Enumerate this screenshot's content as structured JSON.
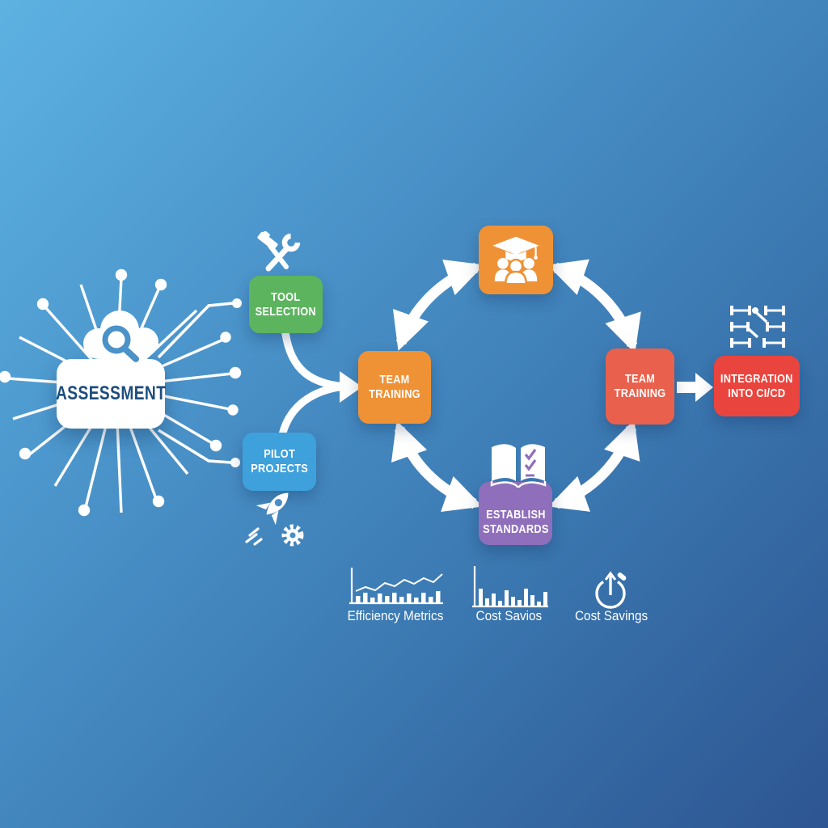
{
  "diagram": {
    "assessment": {
      "label": "ASSESSMENT",
      "icon": "cloud-search-icon",
      "color": "#ffffff",
      "text_color": "#1c4d7c"
    },
    "tool_selection": {
      "label": "TOOL SELECTION",
      "icon": "hammer-wrench-icon",
      "color": "#5cb45e"
    },
    "pilot_projects": {
      "label": "PILOT PROJECTS",
      "icon": "rocket-gear-icon",
      "color": "#3ea1dc"
    },
    "team_training_left": {
      "label": "TEAM TRAINING",
      "color": "#ef9236"
    },
    "education_node": {
      "label": "",
      "icon": "graduation-cap-people-icon",
      "color": "#ef9236"
    },
    "team_training_right": {
      "label": "TEAM TRAINING",
      "color": "#e9614d"
    },
    "establish_standards": {
      "label": "ESTABLISH STANDARDS",
      "icon": "open-book-checklist-icon",
      "color": "#8f6fbc"
    },
    "integration_cicd": {
      "label": "INTEGRATION INTO CI/CD",
      "icon": "pipeline-icon",
      "color": "#e9453e"
    }
  },
  "metrics": [
    {
      "label": "Efficiency Metrics",
      "icon": "bar-line-chart-icon"
    },
    {
      "label": "Cost Savios",
      "icon": "bar-chart-icon"
    },
    {
      "label": "Cost Savings",
      "icon": "gauge-arrow-up-icon"
    }
  ],
  "palette": {
    "background_top_left": "#5db2e2",
    "background_bottom_right": "#2d5591",
    "connector": "#ffffff"
  }
}
